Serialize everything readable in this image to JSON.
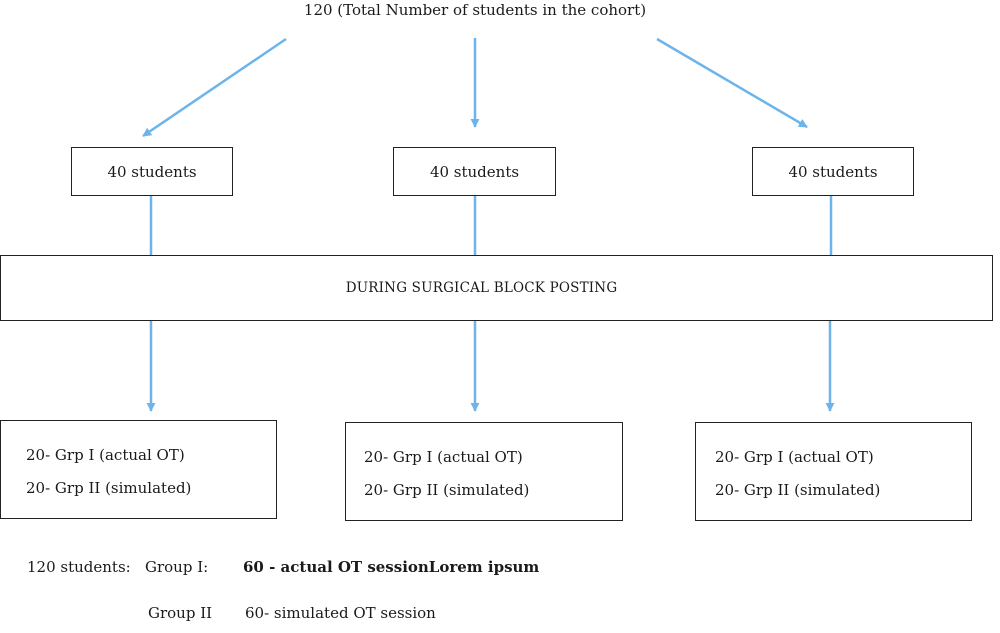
{
  "diagram": {
    "top_label": "120 (Total Number of students in the cohort)",
    "groups": [
      {
        "label": "40 students"
      },
      {
        "label": "40 students"
      },
      {
        "label": "40 students"
      }
    ],
    "posting_label": "DURING SURGICAL BLOCK POSTING",
    "splits": [
      {
        "line1": "20- Grp I (actual OT)",
        "line2": "20- Grp II (simulated)"
      },
      {
        "line1": "20- Grp I (actual OT)",
        "line2": "20- Grp II (simulated)"
      },
      {
        "line1": "20- Grp I (actual OT)",
        "line2": "20- Grp II (simulated)"
      }
    ],
    "summary": {
      "total": "120 students:",
      "group1_label": "Group I:",
      "group1_value": "60 - actual OT sessionLorem ipsum",
      "group2_label": "Group II",
      "group2_value": "60- simulated OT session"
    }
  },
  "colors": {
    "arrow": "#6cb4ea",
    "border": "#222222",
    "text": "#1a1a1a"
  }
}
